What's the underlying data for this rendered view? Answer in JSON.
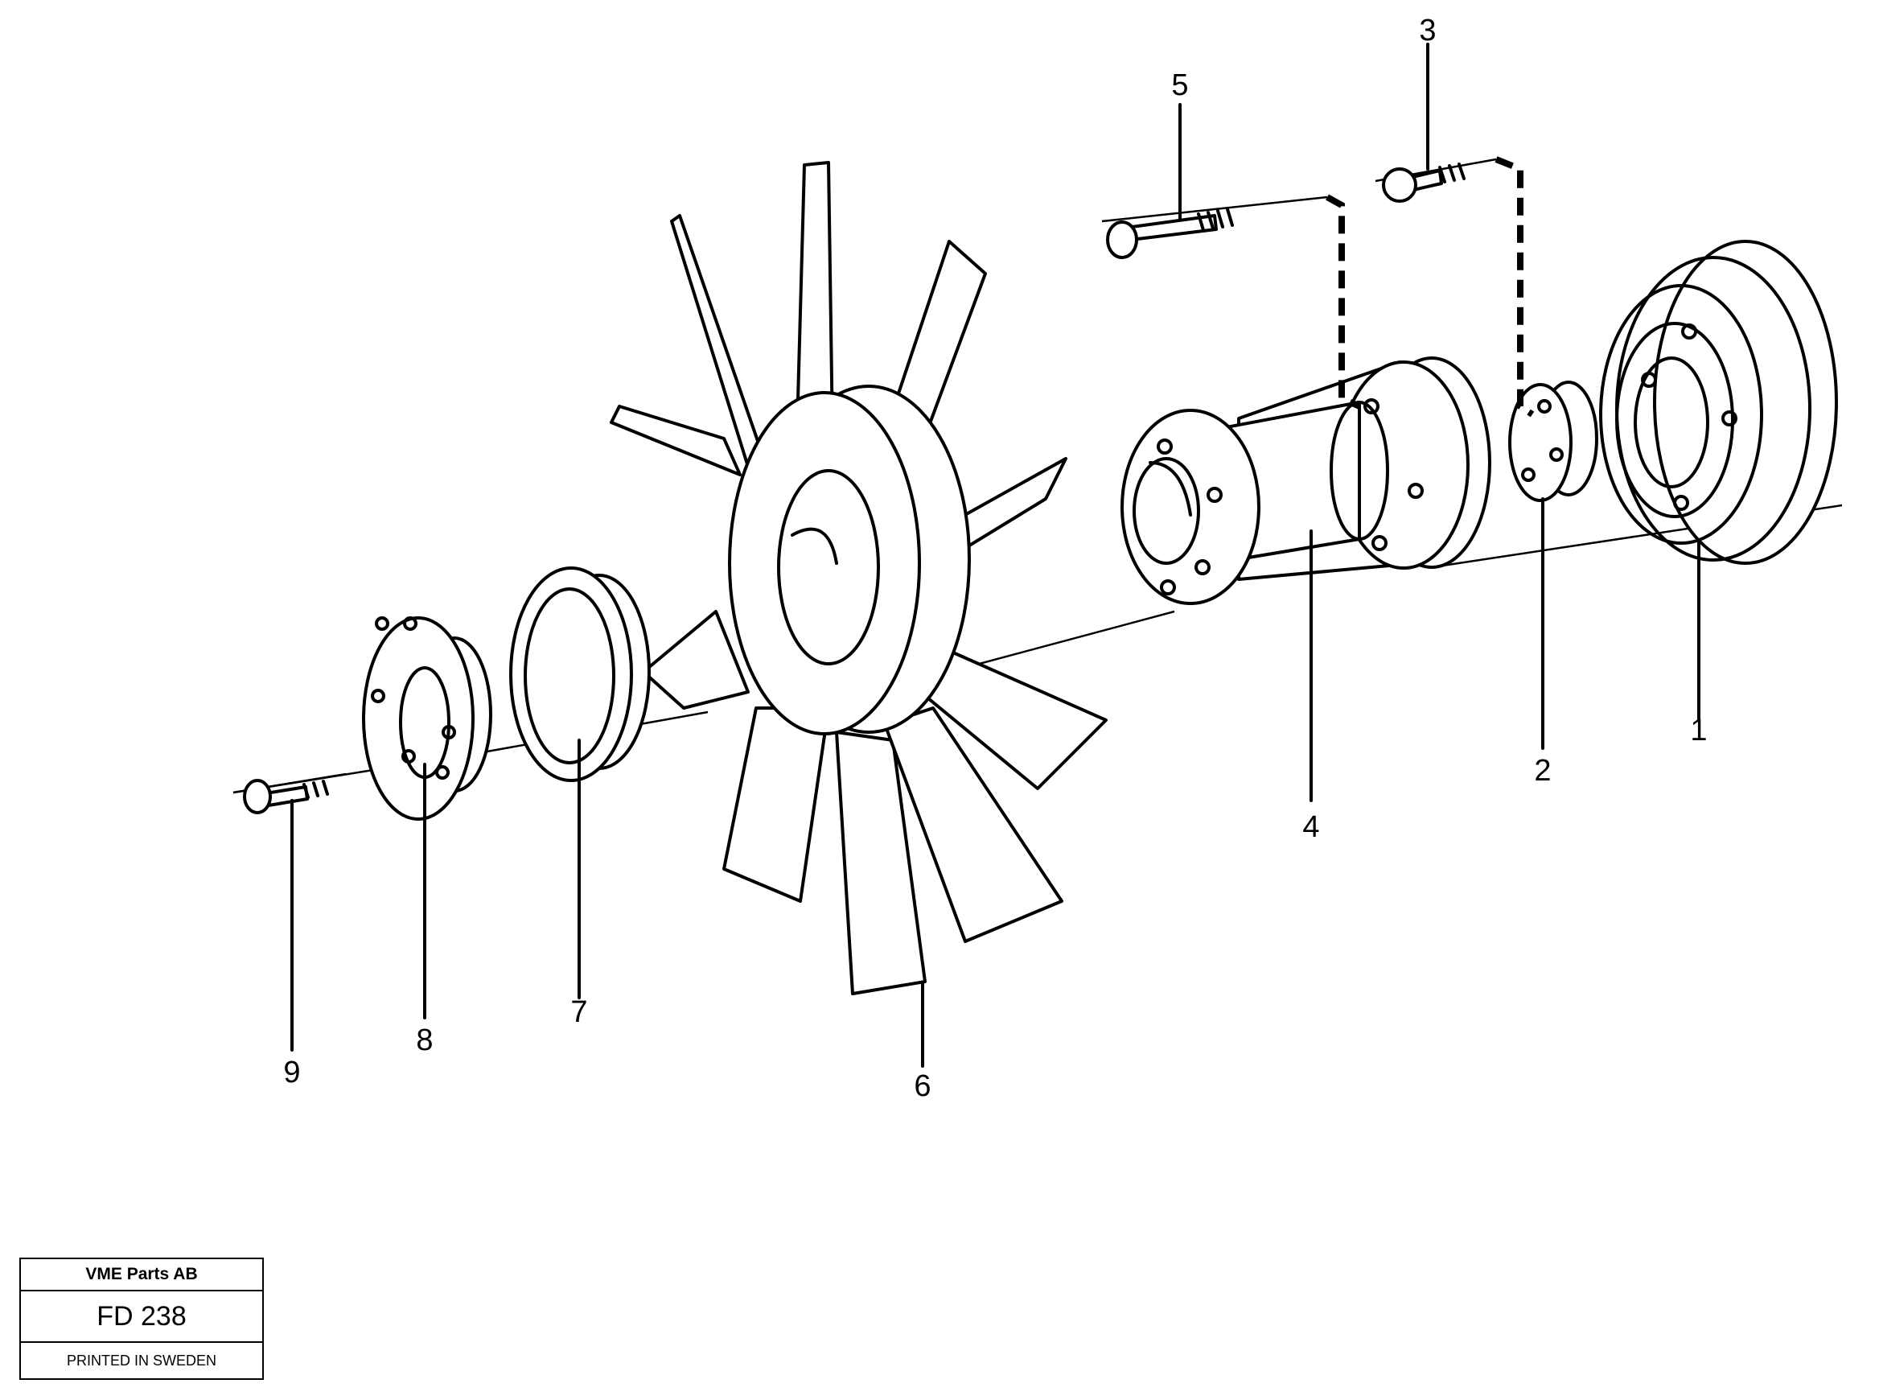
{
  "callouts": [
    "1",
    "2",
    "3",
    "4",
    "5",
    "6",
    "7",
    "8",
    "9"
  ],
  "title_block": {
    "company": "VME Parts AB",
    "code": "FD 238",
    "printed": "PRINTED IN SWEDEN"
  }
}
